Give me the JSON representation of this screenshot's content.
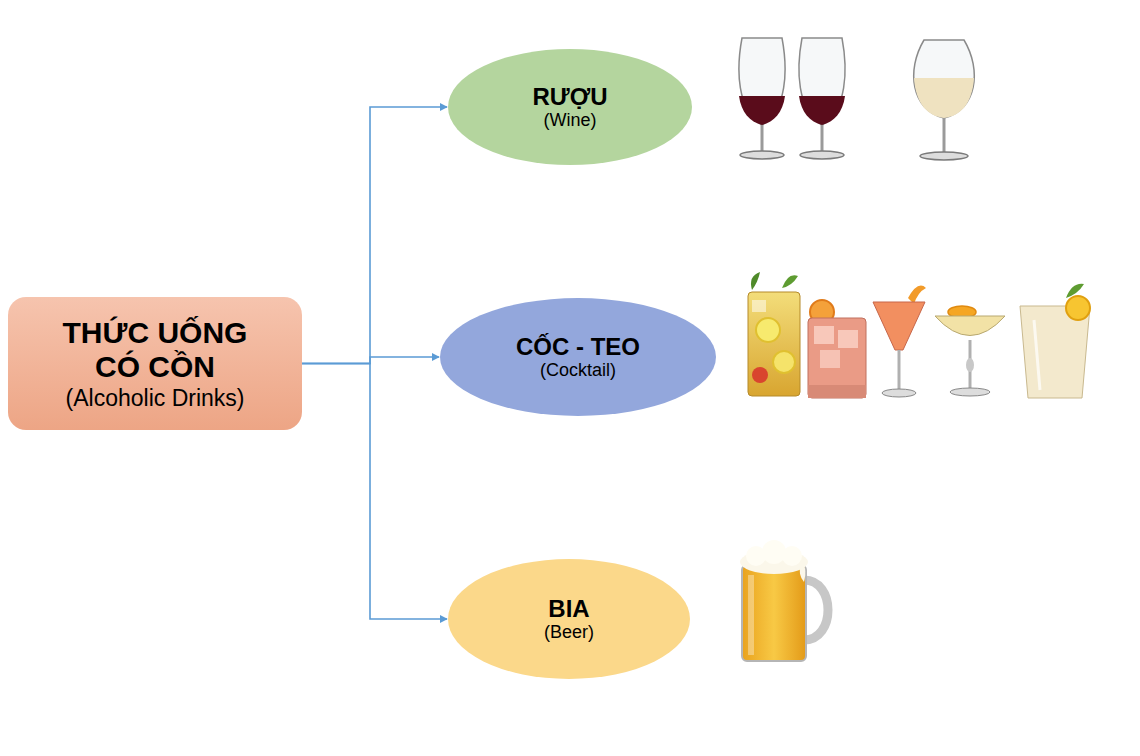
{
  "diagram": {
    "nodes": [
      {
        "text": [
          "THỨC UỐNG CÓ CỒN",
          "(Alcoholic Drinks)"
        ]
      },
      {
        "text": [
          "RƯỢU",
          "(Wine)"
        ]
      },
      {
        "text": [
          "CỐC - TEO",
          "(Cocktail)"
        ]
      },
      {
        "text": [
          "BIA",
          "(Beer)"
        ]
      }
    ],
    "edges": [
      {
        "from": 0,
        "to": 1,
        "arrow": "to"
      },
      {
        "from": 0,
        "to": 2,
        "arrow": "to"
      },
      {
        "from": 0,
        "to": 3,
        "arrow": "to"
      }
    ]
  }
}
